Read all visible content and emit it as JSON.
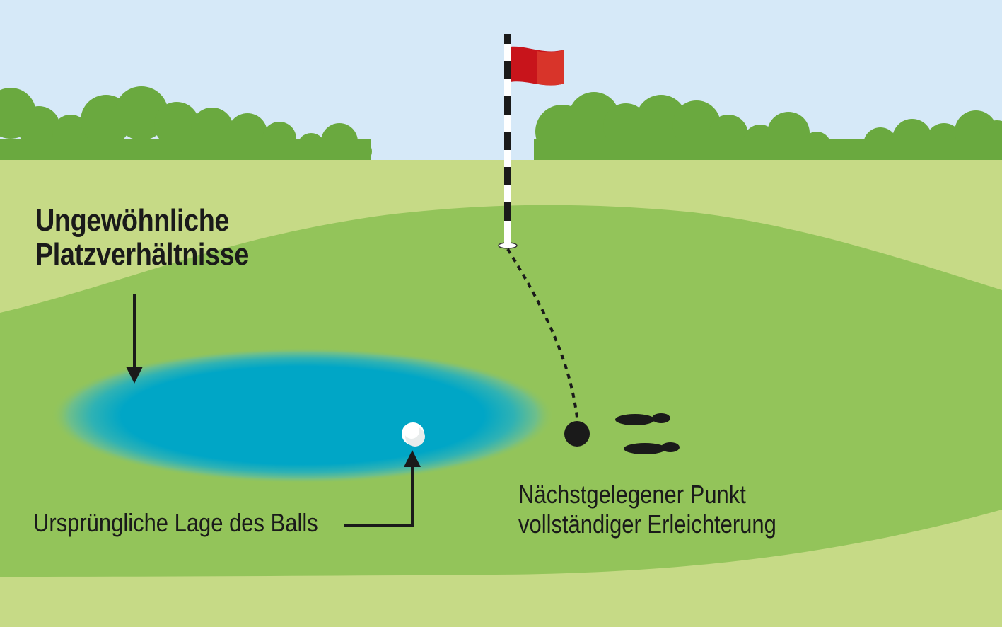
{
  "title": {
    "line1": "Ungewöhnliche",
    "line2": "Platzverhältnisse"
  },
  "labels": {
    "original_ball_position": "Ursprüngliche Lage des Balls",
    "relief_point_line1": "Nächstgelegener Punkt",
    "relief_point_line2": "vollständiger Erleichterung"
  },
  "colors": {
    "sky": "#d6e9f8",
    "trees": "#6aa93f",
    "rough": "#c6da86",
    "green": "#93c45a",
    "water": "#00a6c6",
    "flag": "#c8141b",
    "ink": "#1a1a1a"
  },
  "icons": [
    "flag-icon",
    "golf-ball-icon",
    "footprints-icon",
    "relief-point-marker"
  ]
}
